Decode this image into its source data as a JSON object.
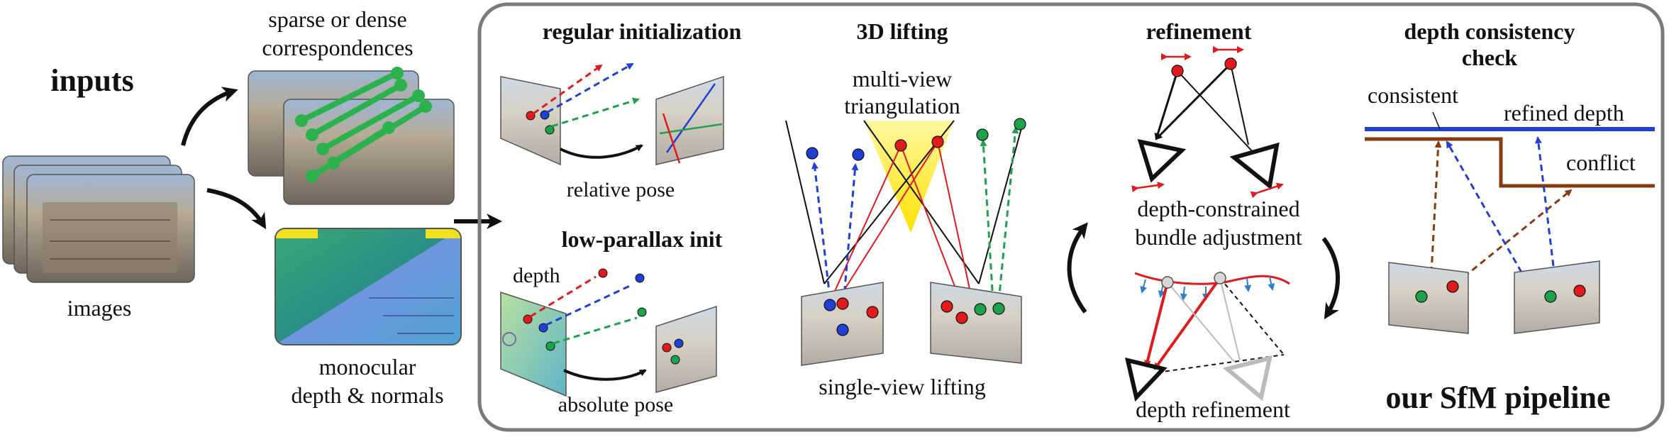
{
  "inputs": {
    "title": "inputs",
    "images_label": "images",
    "correspondences_label": [
      "sparse or dense",
      "correspondences"
    ],
    "depth_label": [
      "monocular",
      "depth & normals"
    ]
  },
  "pipeline": {
    "title": "our SfM pipeline",
    "regular_init": {
      "title": "regular initialization",
      "caption": "relative pose"
    },
    "low_parallax": {
      "title": "low-parallax init",
      "depth_label": "depth",
      "caption": "absolute pose"
    },
    "lifting": {
      "title": "3D lifting",
      "triangulation_label": [
        "multi-view",
        "triangulation"
      ],
      "caption": "single-view lifting"
    },
    "refinement": {
      "title": "refinement",
      "ba_label": [
        "depth-constrained",
        "bundle adjustment"
      ],
      "caption": "depth refinement"
    },
    "consistency": {
      "title": [
        "depth consistency",
        "check"
      ],
      "consistent_label": "consistent",
      "refined_label": "refined depth",
      "conflict_label": "conflict"
    }
  },
  "colors": {
    "red": "#e31a1c",
    "blue": "#1f3fd6",
    "green": "#1aa34a",
    "correspondence_green": "#2bb24c",
    "brown": "#8b3a0f",
    "gray_title": "#8c8c8c",
    "yellow": "#ffe600"
  }
}
